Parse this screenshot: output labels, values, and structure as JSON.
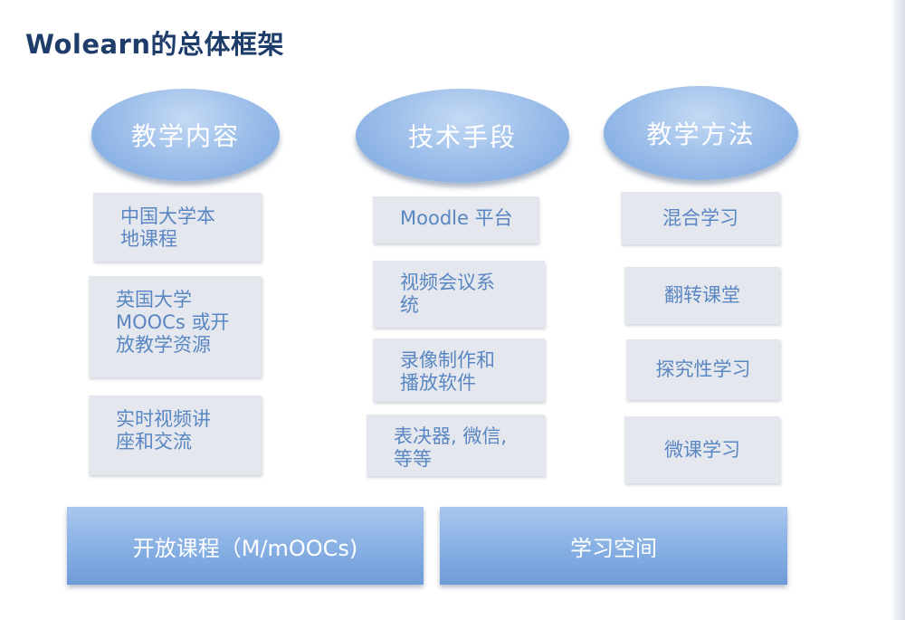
{
  "title": "Wolearn的总体框架",
  "columns": [
    {
      "header": "教学内容",
      "items": [
        "中国大学本\n地课程",
        "英国大学\nMOOCs 或开\n放教学资源",
        "实时视频讲\n座和交流"
      ]
    },
    {
      "header": "技术手段",
      "items": [
        "Moodle 平台",
        "视频会议系\n统",
        "录像制作和\n播放软件",
        "表决器, 微信,\n等等"
      ]
    },
    {
      "header": "教学方法",
      "items": [
        "混合学习",
        "翻转课堂",
        "探究性学习",
        "微课学习"
      ]
    }
  ],
  "bottom": {
    "left": "开放课程（M/mOOCs)",
    "right": "学习空间"
  },
  "colors": {
    "title": "#1f3d6b",
    "oval": "#8fb4e6",
    "box_bg": "#e4e8ee",
    "box_text": "#5a86c2",
    "bar": "#86afe3",
    "white_text": "#ffffff"
  }
}
